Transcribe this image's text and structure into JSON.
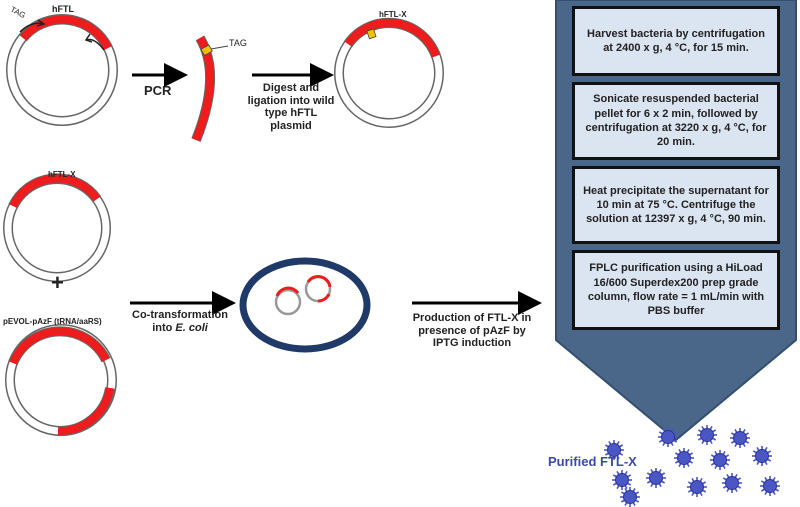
{
  "plasmid_labels": {
    "hftl": "hFTL",
    "tag_inline": "TAG",
    "hftl_x_top": "hFTL-X",
    "hftl_x_left": "hFTL-X",
    "pevol": "pEVOL-pAzF (tRNA/aaRS)"
  },
  "fragment_tag": "TAG",
  "plus_sign": "+",
  "arrows": {
    "pcr": "PCR",
    "digest": [
      "Digest and",
      "ligation into wild",
      "type hFTL",
      "plasmid"
    ],
    "cotransform_line1": "Co-transformation",
    "cotransform_line2_prefix": "into ",
    "cotransform_line2_italic": "E. coli",
    "production": [
      "Production of FTL-X in",
      "presence of pAzF by",
      "IPTG induction"
    ]
  },
  "steps": [
    "Harvest bacteria by centrifugation at 2400 x g, 4 °C, for 15 min.",
    "Sonicate resuspended bacterial pellet for 6 x 2 min, followed by centrifugation at 3220 x g, 4 °C, for 20 min.",
    "Heat precipitate the supernatant for 10 min at 75 °C. Centrifuge the solution at 12397 x g, 4 °C, 90 min.",
    "FPLC purification using a HiLoad 16/600 Superdex200 prep grade column, flow rate = 1 mL/min with PBS buffer"
  ],
  "result_label": "Purified FTL-X",
  "colors": {
    "gene": "#ee1c1c",
    "tag": "#f2c200",
    "chevron": "#4a6789",
    "chevron_dark": "#35506e",
    "step_fill": "#dbe5f2",
    "cell_border": "#1f3a68",
    "particle": "#4a56c4",
    "result_text": "#3a4aa8"
  }
}
